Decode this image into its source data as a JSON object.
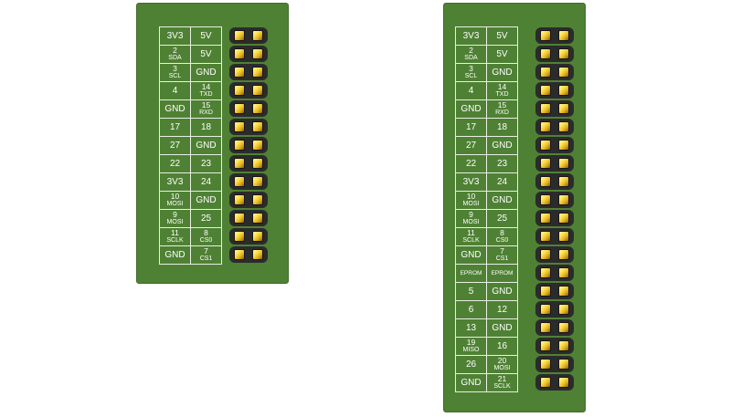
{
  "page": {
    "background": "#ffffff"
  },
  "colors": {
    "page_bg": "#ffffff",
    "board_green": "#4f8134",
    "board_border": "#416a29",
    "cell_border": "#e9efe4",
    "text": "#ffffff",
    "header_black": "#2b2b2b",
    "pin_gold": "#ffe14d",
    "pin_highlight": "#fff7b0",
    "pin_shadow": "#8a6408"
  },
  "boards": [
    {
      "id": "gpio-header-26pin",
      "pin_rows": 13,
      "rows": [
        {
          "l": {
            "t": "3V3"
          },
          "r": {
            "t": "5V"
          }
        },
        {
          "l": {
            "t": "2",
            "s": "SDA"
          },
          "r": {
            "t": "5V"
          }
        },
        {
          "l": {
            "t": "3",
            "s": "SCL"
          },
          "r": {
            "t": "GND"
          }
        },
        {
          "l": {
            "t": "4"
          },
          "r": {
            "t": "14",
            "s": "TXD"
          }
        },
        {
          "l": {
            "t": "GND"
          },
          "r": {
            "t": "15",
            "s": "RXD"
          }
        },
        {
          "l": {
            "t": "17"
          },
          "r": {
            "t": "18"
          }
        },
        {
          "l": {
            "t": "27"
          },
          "r": {
            "t": "GND"
          }
        },
        {
          "l": {
            "t": "22"
          },
          "r": {
            "t": "23"
          }
        },
        {
          "l": {
            "t": "3V3"
          },
          "r": {
            "t": "24"
          }
        },
        {
          "l": {
            "t": "10",
            "s": "MOSI"
          },
          "r": {
            "t": "GND"
          }
        },
        {
          "l": {
            "t": "9",
            "s": "MOSI"
          },
          "r": {
            "t": "25"
          }
        },
        {
          "l": {
            "t": "11",
            "s": "SCLK"
          },
          "r": {
            "t": "8",
            "s": "CS0"
          }
        },
        {
          "l": {
            "t": "GND"
          },
          "r": {
            "t": "7",
            "s": "CS1"
          }
        }
      ]
    },
    {
      "id": "gpio-header-40pin",
      "pin_rows": 20,
      "rows": [
        {
          "l": {
            "t": "3V3"
          },
          "r": {
            "t": "5V"
          }
        },
        {
          "l": {
            "t": "2",
            "s": "SDA"
          },
          "r": {
            "t": "5V"
          }
        },
        {
          "l": {
            "t": "3",
            "s": "SCL"
          },
          "r": {
            "t": "GND"
          }
        },
        {
          "l": {
            "t": "4"
          },
          "r": {
            "t": "14",
            "s": "TXD"
          }
        },
        {
          "l": {
            "t": "GND"
          },
          "r": {
            "t": "15",
            "s": "RXD"
          }
        },
        {
          "l": {
            "t": "17"
          },
          "r": {
            "t": "18"
          }
        },
        {
          "l": {
            "t": "27"
          },
          "r": {
            "t": "GND"
          }
        },
        {
          "l": {
            "t": "22"
          },
          "r": {
            "t": "23"
          }
        },
        {
          "l": {
            "t": "3V3"
          },
          "r": {
            "t": "24"
          }
        },
        {
          "l": {
            "t": "10",
            "s": "MOSI"
          },
          "r": {
            "t": "GND"
          }
        },
        {
          "l": {
            "t": "9",
            "s": "MOSI"
          },
          "r": {
            "t": "25"
          }
        },
        {
          "l": {
            "t": "11",
            "s": "SCLK"
          },
          "r": {
            "t": "8",
            "s": "CS0"
          }
        },
        {
          "l": {
            "t": "GND"
          },
          "r": {
            "t": "7",
            "s": "CS1"
          }
        },
        {
          "l": {
            "t": "EPROM",
            "small": true
          },
          "r": {
            "t": "EPROM",
            "small": true
          }
        },
        {
          "l": {
            "t": "5"
          },
          "r": {
            "t": "GND"
          }
        },
        {
          "l": {
            "t": "6"
          },
          "r": {
            "t": "12"
          }
        },
        {
          "l": {
            "t": "13"
          },
          "r": {
            "t": "GND"
          }
        },
        {
          "l": {
            "t": "19",
            "s": "MISO"
          },
          "r": {
            "t": "16"
          }
        },
        {
          "l": {
            "t": "26"
          },
          "r": {
            "t": "20",
            "s": "MOSI"
          }
        },
        {
          "l": {
            "t": "GND"
          },
          "r": {
            "t": "21",
            "s": "SCLK"
          }
        }
      ]
    }
  ]
}
